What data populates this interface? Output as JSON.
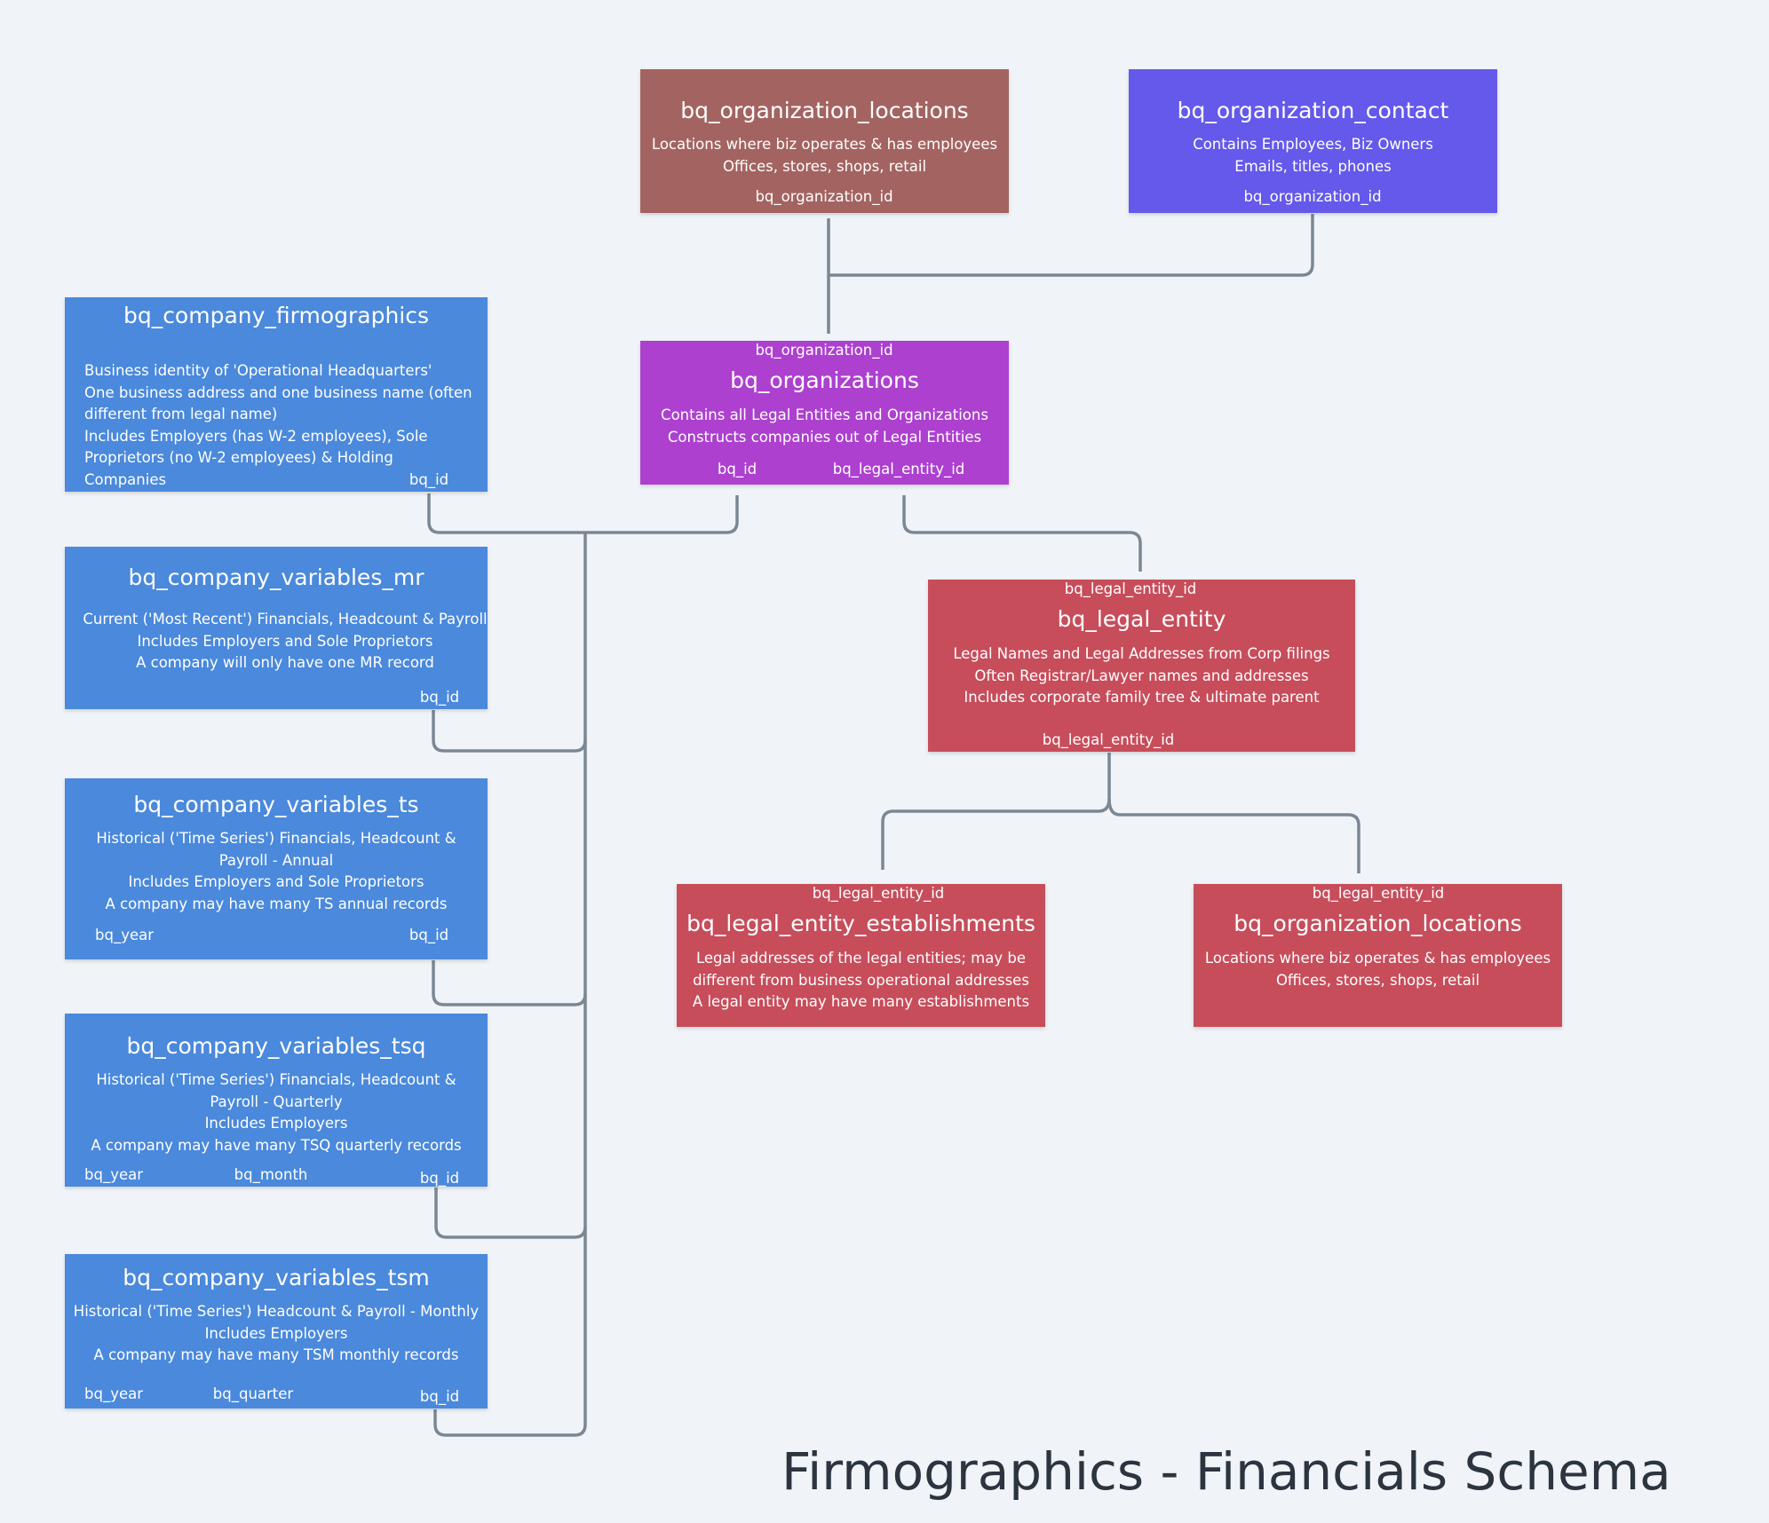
{
  "title": "Firmographics - Financials Schema",
  "colors": {
    "blue": "#4a89dc",
    "brown": "#a36461",
    "indigo": "#6459ea",
    "purple": "#ad40cf",
    "red": "#c74d5b",
    "connector": "#7b8794"
  },
  "tables": {
    "org_locations_top": {
      "name": "bq_organization_locations",
      "desc": [
        "Locations where biz operates & has employees",
        "Offices, stores, shops, retail"
      ],
      "key_bottom": "bq_organization_id"
    },
    "org_contact": {
      "name": "bq_organization_contact",
      "desc": [
        "Contains Employees, Biz Owners",
        "Emails, titles, phones"
      ],
      "key_bottom": "bq_organization_id"
    },
    "organizations": {
      "name": "bq_organizations",
      "key_top": "bq_organization_id",
      "desc": [
        "Contains all Legal Entities and Organizations",
        "Constructs companies out of Legal Entities"
      ],
      "key_bottom_left": "bq_id",
      "key_bottom_right": "bq_legal_entity_id"
    },
    "firmographics": {
      "name": "bq_company_firmographics",
      "desc": [
        "Business identity of 'Operational Headquarters'",
        "One business address and one business name (often different from legal name)",
        "Includes Employers (has W-2 employees), Sole Proprietors (no W-2 employees) & Holding Companies"
      ],
      "key_bottom": "bq_id"
    },
    "variables_mr": {
      "name": "bq_company_variables_mr",
      "desc": [
        "Current ('Most Recent') Financials, Headcount & Payroll",
        "Includes Employers and Sole Proprietors",
        "A company will only have one MR record"
      ],
      "key_bottom": "bq_id"
    },
    "variables_ts": {
      "name": "bq_company_variables_ts",
      "desc": [
        "Historical ('Time Series') Financials, Headcount &",
        "Payroll - Annual",
        "Includes Employers and Sole Proprietors",
        "A company may have many TS annual records"
      ],
      "key_year": "bq_year",
      "key_bottom": "bq_id"
    },
    "variables_tsq": {
      "name": "bq_company_variables_tsq",
      "desc": [
        "Historical ('Time Series') Financials, Headcount &",
        "Payroll - Quarterly",
        "Includes Employers",
        "A company may have many TSQ quarterly records"
      ],
      "key_year": "bq_year",
      "key_mid": "bq_month",
      "key_bottom": "bq_id"
    },
    "variables_tsm": {
      "name": "bq_company_variables_tsm",
      "desc": [
        "Historical ('Time Series') Headcount & Payroll - Monthly",
        "Includes Employers",
        "A company may have many TSM monthly records"
      ],
      "key_year": "bq_year",
      "key_mid": "bq_quarter",
      "key_bottom": "bq_id"
    },
    "legal_entity": {
      "name": "bq_legal_entity",
      "key_top": "bq_legal_entity_id",
      "desc": [
        "Legal Names and Legal Addresses from Corp filings",
        "Often Registrar/Lawyer names and addresses",
        "Includes corporate family tree & ultimate parent"
      ],
      "key_bottom": "bq_legal_entity_id"
    },
    "establishments": {
      "name": "bq_legal_entity_establishments",
      "key_top": "bq_legal_entity_id",
      "desc": [
        "Legal addresses of the legal entities; may be",
        "different from business operational addresses",
        "A legal entity may have many establishments"
      ]
    },
    "org_locations_bottom": {
      "name": "bq_organization_locations",
      "key_top": "bq_legal_entity_id",
      "desc": [
        "Locations where biz operates & has employees",
        "Offices, stores, shops, retail"
      ]
    }
  }
}
